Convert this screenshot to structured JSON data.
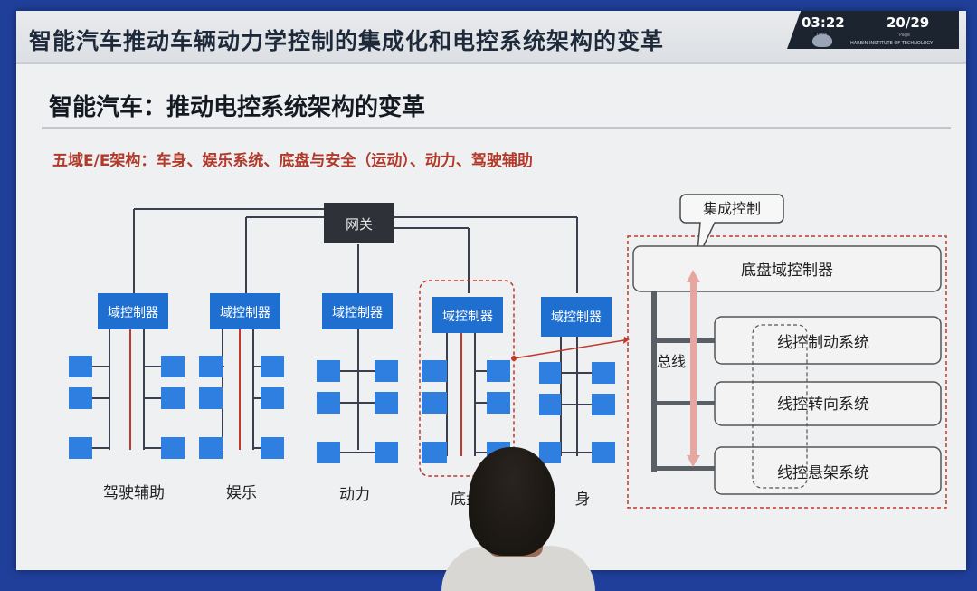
{
  "slide": {
    "title": "智能汽车推动车辆动力学控制的集成化和电控系统架构的变革",
    "subtitle": "智能汽车：推动电控系统架构的变革",
    "architecture_text": "五域E/E架构：车身、娱乐系统、底盘与安全（运动）、动力、驾驶辅助",
    "time": "03:22",
    "time_label": "Time",
    "page": "20/29",
    "page_label": "Page",
    "institution": "HARBIN INSTITUTE OF TECHNOLOGY"
  },
  "diagram": {
    "gateway": "网关",
    "domain_controller_label": "域控制器",
    "domains": [
      {
        "label": "驾驶辅助"
      },
      {
        "label": "娱乐"
      },
      {
        "label": "动力"
      },
      {
        "label": "底盘"
      },
      {
        "label": "身"
      }
    ],
    "integrated_control": "集成控制",
    "chassis_controller": "底盘域控制器",
    "bus_label": "总线",
    "subsystems": [
      "线控制动系统",
      "线控转向系统",
      "线控悬架系统"
    ]
  },
  "colors": {
    "controller_blue": "#1f6fd0",
    "node_blue": "#2f7fe0",
    "gateway_dark": "#2e3238",
    "accent_red": "#c0392b",
    "arrow_pink": "#e8a6a0",
    "outer_blue": "#1f3f9a"
  }
}
